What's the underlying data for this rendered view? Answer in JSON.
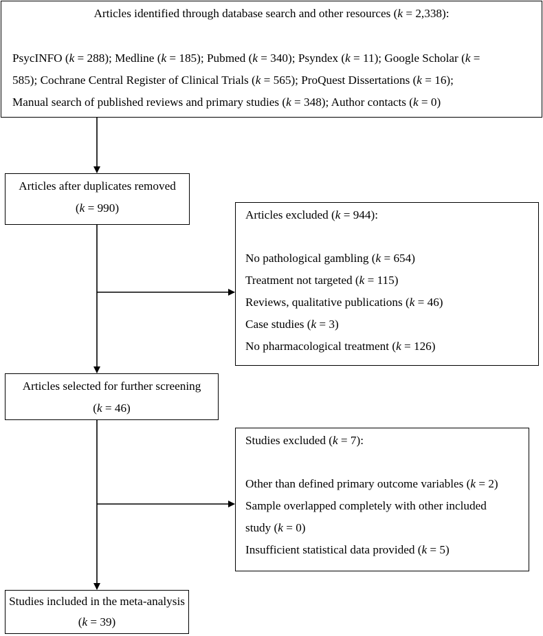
{
  "identification": {
    "heading": "Articles identified through database search and other resources (k = 2,338):",
    "lines": [
      "PsycINFO (k = 288); Medline (k = 185); Pubmed (k = 340); Psyndex (k = 11); Google Scholar (k =",
      "585); Cochrane Central Register of Clinical Trials (k = 565); ProQuest Dissertations (k = 16);",
      "Manual search of published reviews and primary studies (k = 348); Author contacts (k = 0)"
    ]
  },
  "after_duplicates": {
    "label": "Articles after duplicates removed",
    "count": "(k = 990)"
  },
  "excluded_articles": {
    "heading": "Articles excluded (k = 944):",
    "items": [
      "No pathological gambling (k = 654)",
      "Treatment not targeted (k = 115)",
      "Reviews, qualitative publications (k = 46)",
      "Case studies (k = 3)",
      "No pharmacological treatment (k = 126)"
    ]
  },
  "selected": {
    "label": "Articles selected for further screening",
    "count": "(k = 46)"
  },
  "excluded_studies": {
    "heading": "Studies excluded (k = 7):",
    "items": [
      "Other than defined primary outcome variables (k = 2)",
      "Sample overlapped completely with other included",
      "study (k = 0)",
      "Insufficient statistical data provided (k = 5)"
    ]
  },
  "included": {
    "label": "Studies included in the meta-analysis",
    "count": "(k = 39)"
  }
}
